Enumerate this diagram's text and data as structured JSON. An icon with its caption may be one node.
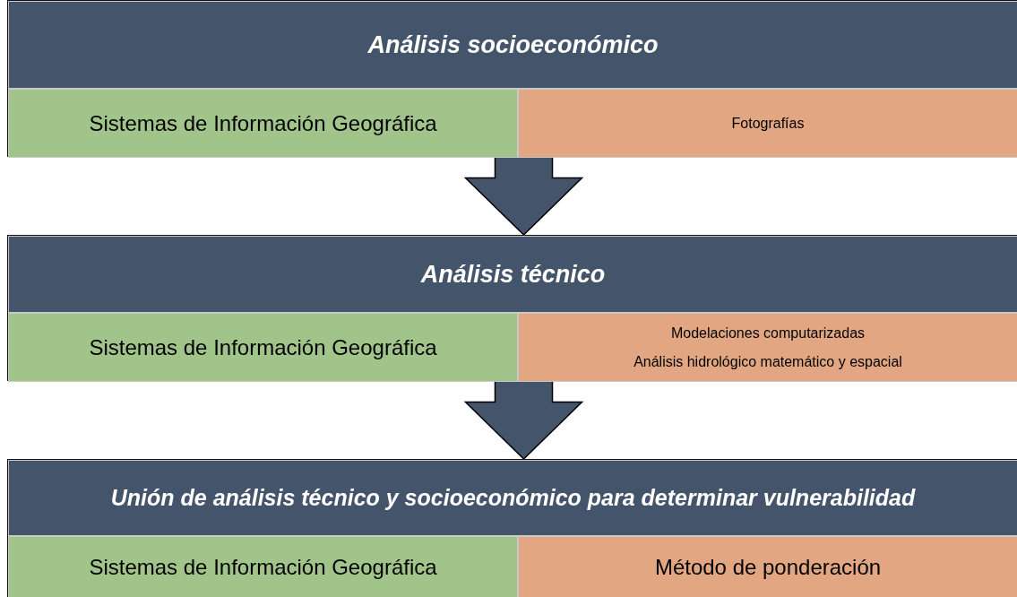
{
  "diagram": {
    "nodes": [
      {
        "text": [],
        "shape": "box"
      },
      {
        "text": [
          "Análisis socioeconómico"
        ],
        "in": 0
      },
      {
        "text": [
          "Sistemas de Información Geográfica"
        ],
        "in": 0
      },
      {
        "text": [
          "Fotografías"
        ],
        "in": 0
      },
      {
        "text": [],
        "shape": "box"
      },
      {
        "text": [
          "Análisis técnico"
        ],
        "in": 4
      },
      {
        "text": [
          "Sistemas de Información Geográfica"
        ],
        "in": 4
      },
      {
        "text": [
          "Modelaciones computarizadas",
          "Análisis hidrológico matemático y espacial"
        ],
        "in": 4
      },
      {
        "text": [],
        "shape": "box"
      },
      {
        "text": [
          "Unión de análisis técnico y socioeconómico para determinar vulnerabilidad"
        ],
        "in": 8
      },
      {
        "text": [
          "Sistemas de Información Geográfica"
        ],
        "in": 8
      },
      {
        "text": [
          "Método de ponderación"
        ],
        "in": 8
      }
    ],
    "edges": [
      {
        "from": 0,
        "to": 4,
        "arrow": "to"
      },
      {
        "from": 4,
        "to": 8,
        "arrow": "to"
      }
    ]
  }
}
